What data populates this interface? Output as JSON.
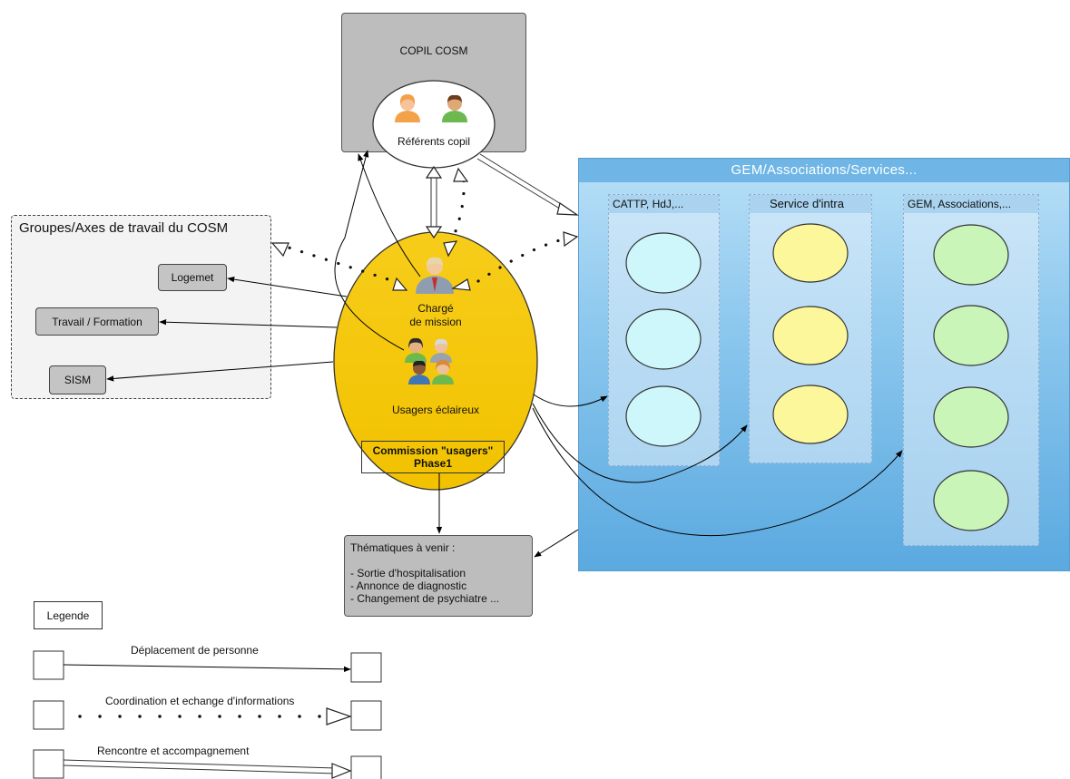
{
  "copil": {
    "title": "COPIL COSM",
    "referents_label": "Référents copil"
  },
  "groupes": {
    "title": "Groupes/Axes de travail du COSM",
    "items": [
      "Logemet",
      "Travail / Formation",
      "SISM"
    ]
  },
  "gem": {
    "title": "GEM/Associations/Services...",
    "columns": [
      "CATTP, HdJ,...",
      "Service d'intra",
      "GEM, Associations,..."
    ]
  },
  "commission": {
    "charge_label_line1": "Chargé",
    "charge_label_line2": "de mission",
    "usagers_label": "Usagers éclaireux",
    "title_line1": "Commission \"usagers\"",
    "title_line2": "Phase1"
  },
  "thematiques": {
    "title": "Thématiques à venir :",
    "items": [
      "- Sortie d'hospitalisation",
      "- Annonce de diagnostic",
      "- Changement de psychiatre ..."
    ]
  },
  "legend": {
    "title": "Legende",
    "deplacement": "Déplacement de personne",
    "coordination": "Coordination et echange d'informations",
    "rencontre": "Rencontre et accompagnement"
  },
  "colors": {
    "gem_bg_top": "#7fc0ea",
    "gem_bg_bottom": "#5aa9e0",
    "commission": "#f6c800",
    "cyan_node": "#cdf7fa",
    "yellow_node": "#fbf79a",
    "green_node": "#c9f5b9"
  }
}
